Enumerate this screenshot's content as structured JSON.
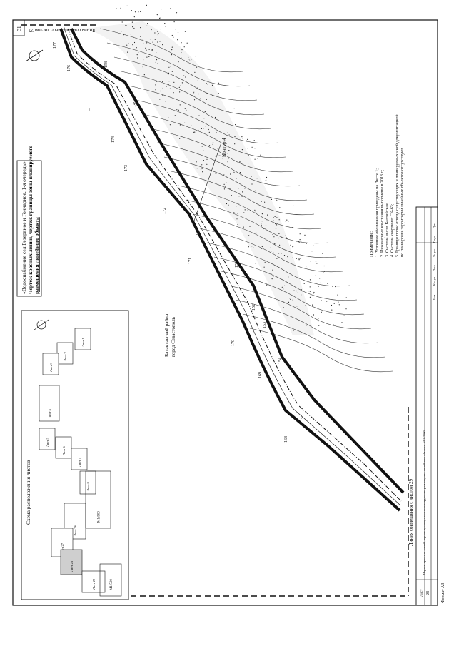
{
  "sheet": {
    "number_box": "31",
    "sheet_label": "Лист",
    "sheet_number": "28",
    "format": "Формат А3",
    "stamp_headers": [
      "Изм.",
      "Кол.уч",
      "Лист",
      "№ док.",
      "Подп.",
      "Дата"
    ],
    "stamp_title": "Чертеж красных линий, чертеж границы зоны планируемого размещения линейного объекта. М 1:2000"
  },
  "title": {
    "line1": "«Водоснабжение сел Резервное и Гончарное, 1-я очередь»",
    "line2": "Чертеж красных линий, чертеж границы зоны планируемого",
    "line3": "размещения линейного объекта"
  },
  "match_lines": {
    "top": "Линия совмещения с листом 27",
    "bottom": "Линия совмещения с листом 29"
  },
  "district": {
    "line1": "Балаклавский район",
    "line2": "город Севастополь"
  },
  "contour_label": "Контур 4",
  "scheme": {
    "title": "Схема расположения листов",
    "sheets": [
      "Лист 1",
      "Лист 2",
      "Лист 3",
      "Лист 4",
      "Лист 5",
      "Лист 6",
      "Лист 7",
      "Лист 8",
      "Лист 26",
      "Лист 27",
      "Лист 28",
      "Лист 29"
    ],
    "scale_a": "М1:500",
    "scale_b": "М1:500"
  },
  "notes": {
    "heading": "Примечание:",
    "items": [
      "1.  Условные обозначения приведены на Листе 1;",
      "2.  Инженерные изыскания выполнены в 2018 г.;",
      "3.  Система высот Балтийская;",
      "4.  Система координат СК-63;",
      "5.  Границы полос отвода существующих и планируемых иной документацией",
      "     по планировке территории линейных объектов отсутствуют."
    ]
  },
  "pickets": [
    "177",
    "176",
    "175",
    "174",
    "173",
    "172",
    "171",
    "170",
    "169",
    "168",
    "158",
    "149",
    "150",
    "151",
    "152",
    "153",
    "154",
    "155"
  ]
}
